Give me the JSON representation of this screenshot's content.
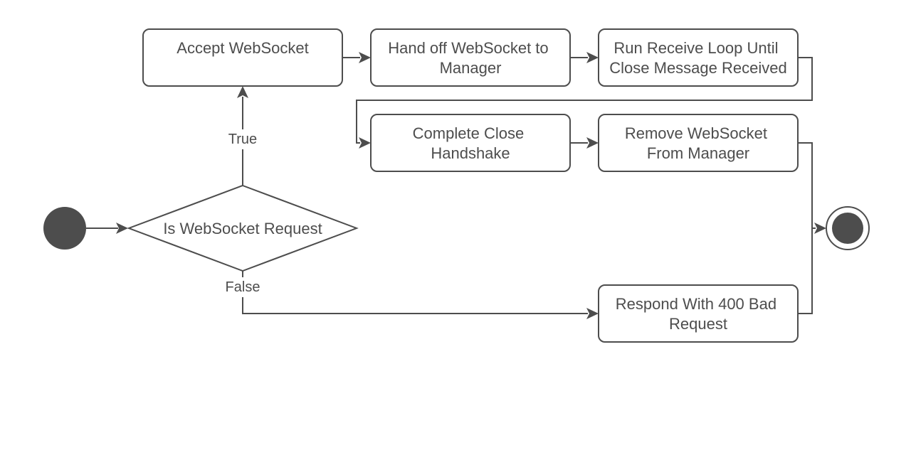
{
  "nodes": {
    "accept": [
      "Accept WebSocket"
    ],
    "handoff": [
      "Hand off WebSocket to",
      "Manager"
    ],
    "receive_loop": [
      "Run Receive Loop Until",
      "Close Message Received"
    ],
    "complete_close": [
      "Complete Close",
      "Handshake"
    ],
    "remove": [
      "Remove WebSocket",
      "From Manager"
    ],
    "decision": [
      "Is WebSocket Request"
    ],
    "respond_400": [
      "Respond With 400 Bad",
      "Request"
    ]
  },
  "edges": {
    "true_label": "True",
    "false_label": "False"
  },
  "colors": {
    "stroke": "#4d4d4d",
    "fill": "#ffffff"
  }
}
